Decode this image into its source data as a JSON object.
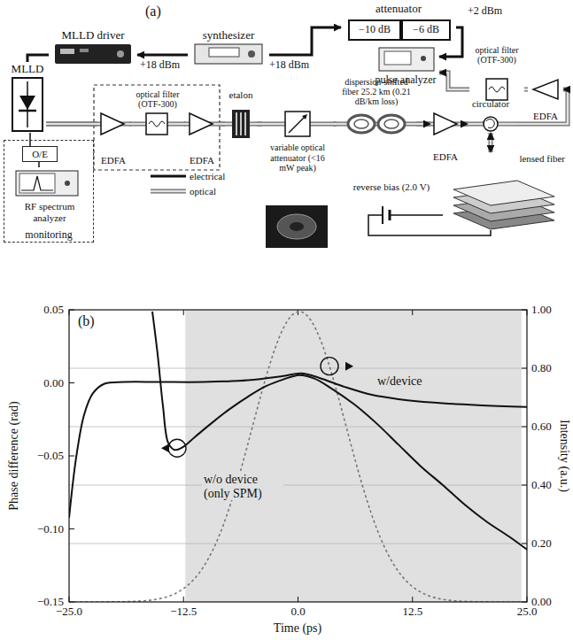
{
  "diagram": {
    "nodes": [
      {
        "text": [
          "MLLD driver"
        ]
      },
      {
        "text": [
          "synthesizer"
        ]
      },
      {
        "text": [
          "attenuator"
        ]
      },
      {
        "text": [
          "−10 dB"
        ],
        "in": 2
      },
      {
        "text": [
          "−6 dB"
        ],
        "in": 2
      },
      {
        "text": [
          "pulse analyzer"
        ]
      },
      {
        "text": [
          "MLLD"
        ]
      },
      {
        "text": [
          "monitoring"
        ]
      },
      {
        "text": [
          "O/E"
        ],
        "in": 7
      },
      {
        "text": [
          "RF spectrum analyzer"
        ],
        "in": 7
      },
      {
        "text": [
          "EDFA"
        ]
      },
      {
        "text": [
          "optical filter (OTF-300)"
        ]
      },
      {
        "text": [
          "EDFA"
        ]
      },
      {
        "text": [
          "etalon"
        ]
      },
      {
        "text": [
          "variable optical attenuator (<16 mW peak)"
        ]
      },
      {
        "text": [
          "dispersion-shifted fiber 25.2 km (0.21 dB/km loss)"
        ]
      },
      {
        "text": [
          "EDFA"
        ]
      },
      {
        "text": [
          "circulator"
        ]
      },
      {
        "text": [
          "lensed fiber"
        ]
      },
      {
        "text": [
          "reverse bias (2.0 V)"
        ]
      },
      {
        "text": [
          "EDFA"
        ]
      },
      {
        "text": [
          "optical filter (OTF-300)"
        ]
      }
    ],
    "edges": [
      {
        "from": 1,
        "to": 0,
        "arrow": "to",
        "label": "+18 dBm"
      },
      {
        "from": 1,
        "to": 2,
        "arrow": "to",
        "label": "+18 dBm"
      },
      {
        "from": 2,
        "to": 5,
        "arrow": "to",
        "label": "+2 dBm"
      },
      {
        "from": 0,
        "to": 6,
        "arrow": "none"
      },
      {
        "from": 6,
        "to": 8,
        "arrow": "none"
      },
      {
        "from": 8,
        "to": 9,
        "arrow": "none"
      },
      {
        "from": 6,
        "to": 10,
        "arrow": "none"
      },
      {
        "from": 10,
        "to": 11,
        "arrow": "none"
      },
      {
        "from": 11,
        "to": 12,
        "arrow": "none"
      },
      {
        "from": 12,
        "to": 13,
        "arrow": "none"
      },
      {
        "from": 13,
        "to": 14,
        "arrow": "none"
      },
      {
        "from": 14,
        "to": 15,
        "arrow": "none"
      },
      {
        "from": 15,
        "to": 16,
        "arrow": "to"
      },
      {
        "from": 16,
        "to": 17,
        "arrow": "to"
      },
      {
        "from": 17,
        "to": 18,
        "arrow": "both"
      },
      {
        "from": 17,
        "to": 20,
        "arrow": "to"
      },
      {
        "from": 20,
        "to": 21,
        "arrow": "none"
      },
      {
        "from": 21,
        "to": 5,
        "arrow": "to"
      },
      {
        "from": 19,
        "to": 18,
        "arrow": "none"
      }
    ],
    "labels": [
      "(a)",
      "(b)",
      "0.05",
      "0.00",
      "−0.05",
      "−0.10",
      "−0.15",
      "1.00",
      "0.80",
      "0.60",
      "0.40",
      "0.20",
      "0.00",
      "−25.0",
      "−12.5",
      "0.0",
      "12.5",
      "25.0",
      "Phase difference (rad)",
      "Intensity (a.u.)",
      "Time (ps)",
      "w/device",
      "w/o device (only SPM)"
    ],
    "legend": [
      {
        "text": "electrical"
      },
      {
        "text": "optical"
      }
    ]
  }
}
